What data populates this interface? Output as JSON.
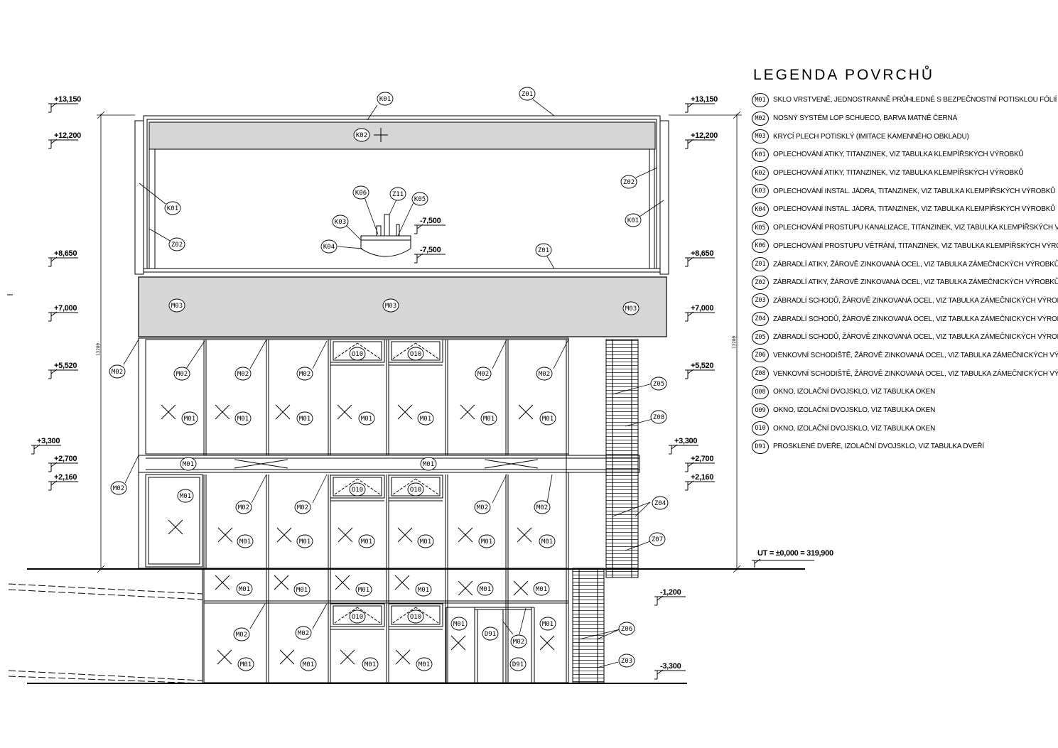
{
  "legend": {
    "title": "LEGENDA POVRCHŮ",
    "items": [
      {
        "code": "M01",
        "text": "SKLO VRSTVENÉ, JEDNOSTRANNĚ PRŮHLEDNÉ S BEZPEČNOSTNÍ POTISKLOU FÓLIÍ"
      },
      {
        "code": "M02",
        "text": "NOSNÝ SYSTÉM LOP SCHUECO, BARVA MATNĚ ČERNÁ"
      },
      {
        "code": "M03",
        "text": "KRYCÍ PLECH POTISKLÝ (IMITACE KAMENNÉHO OBKLADU)"
      },
      {
        "code": "K01",
        "text": "OPLECHOVÁNÍ ATIKY, TITANZINEK, VIZ TABULKA KLEMPÍŘSKÝCH VÝROBKŮ"
      },
      {
        "code": "K02",
        "text": "OPLECHOVÁNÍ ATIKY, TITANZINEK, VIZ TABULKA KLEMPÍŘSKÝCH VÝROBKŮ"
      },
      {
        "code": "K03",
        "text": "OPLECHOVÁNÍ INSTAL. JÁDRA, TITANZINEK, VIZ TABULKA KLEMPÍŘSKÝCH VÝROBKŮ"
      },
      {
        "code": "K04",
        "text": "OPLECHOVÁNÍ INSTAL. JÁDRA, TITANZINEK, VIZ TABULKA KLEMPÍŘSKÝCH VÝROBKŮ"
      },
      {
        "code": "K05",
        "text": "OPLECHOVÁNÍ PROSTUPU KANALIZACE, TITANZINEK, VIZ TABULKA KLEMPÍŘSKÝCH VÝROBK"
      },
      {
        "code": "K06",
        "text": "OPLECHOVÁNÍ PROSTUPU VĚTRÁNÍ, TITANZINEK, VIZ TABULKA KLEMPÍŘSKÝCH VÝROBKŮ"
      },
      {
        "code": "Z01",
        "text": "ZÁBRADLÍ ATIKY, ŽÁROVĚ ZINKOVANÁ OCEL, VIZ TABULKA ZÁMEČNICKÝCH VÝROBKŮ"
      },
      {
        "code": "Z02",
        "text": "ZÁBRADLÍ ATIKY, ŽÁROVĚ ZINKOVANÁ OCEL, VIZ TABULKA ZÁMEČNICKÝCH VÝROBKŮ"
      },
      {
        "code": "Z03",
        "text": "ZÁBRADLÍ SCHODŮ, ŽÁROVĚ ZINKOVANÁ OCEL, VIZ TABULKA ZÁMEČNICKÝCH VÝROBKŮ"
      },
      {
        "code": "Z04",
        "text": "ZÁBRADLÍ SCHODŮ, ŽÁROVĚ ZINKOVANÁ OCEL, VIZ TABULKA ZÁMEČNICKÝCH VÝROBKŮ"
      },
      {
        "code": "Z05",
        "text": "ZÁBRADLÍ SCHODŮ, ŽÁROVĚ ZINKOVANÁ OCEL, VIZ TABULKA ZÁMEČNICKÝCH VÝROBKŮ"
      },
      {
        "code": "Z06",
        "text": "VENKOVNÍ SCHODIŠTĚ, ŽÁROVĚ ZINKOVANÁ OCEL, VIZ TABULKA ZÁMEČNICKÝCH VÝROBKŮ"
      },
      {
        "code": "Z08",
        "text": "VENKOVNÍ SCHODIŠTĚ, ŽÁROVĚ ZINKOVANÁ OCEL, VIZ TABULKA ZÁMEČNICKÝCH VÝROBKŮ"
      },
      {
        "code": "O08",
        "text": "OKNO, IZOLAČNÍ DVOJSKLO, VIZ TABULKA OKEN"
      },
      {
        "code": "O09",
        "text": "OKNO, IZOLAČNÍ DVOJSKLO, VIZ TABULKA OKEN"
      },
      {
        "code": "O10",
        "text": "OKNO, IZOLAČNÍ DVOJSKLO, VIZ TABULKA OKEN"
      },
      {
        "code": "D91",
        "text": "PROSKLENÉ DVEŘE, IZOLAČNÍ DVOJSKLO, VIZ TABULKA DVEŘÍ"
      }
    ]
  },
  "elevations_left": [
    "+13,150",
    "+12,200",
    "+8,650",
    "+7,000",
    "+5,520",
    "+3,300",
    "+2,700",
    "+2,160"
  ],
  "elevations_right": [
    "+13,150",
    "+12,200",
    "+8,650",
    "+7,000",
    "+5,520",
    "+3,300",
    "+2,700",
    "+2,160"
  ],
  "elevations_roof": [
    "-7,500",
    "-7,500"
  ],
  "elevations_lower": [
    "-1,200",
    "-3,300"
  ],
  "datum": "UT = ±0,000 = 319,900",
  "dimension_text": "13280",
  "tags": {
    "k01": "K01",
    "k02": "K02",
    "k03": "K03",
    "k04": "K04",
    "k05": "K05",
    "k06": "K06",
    "z01": "Z01",
    "z02": "Z02",
    "z03": "Z03",
    "z04": "Z04",
    "z05": "Z05",
    "z06": "Z06",
    "z07": "Z07",
    "z08": "Z08",
    "z11": "Z11",
    "m01": "M01",
    "m02": "M02",
    "m03": "M03",
    "o10": "O10",
    "d91": "D91"
  }
}
